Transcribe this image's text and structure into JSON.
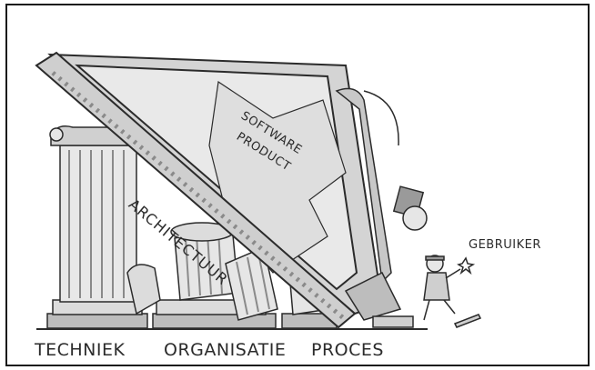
{
  "labels": {
    "techniek": "TECHNIEK",
    "organisatie": "ORGANISATIE",
    "proces": "PROCES",
    "gebruiker": "GEBRUIKER",
    "architectuur": "ARCHITECTUUR",
    "software_line1": "SOFTWARE",
    "software_line2": "PRODUCT"
  },
  "colors": {
    "ink": "#2b2b2b",
    "stone_light": "#e6e6e6",
    "stone_mid": "#bdbdbd",
    "stone_dark": "#8a8a8a",
    "background": "#ffffff"
  }
}
